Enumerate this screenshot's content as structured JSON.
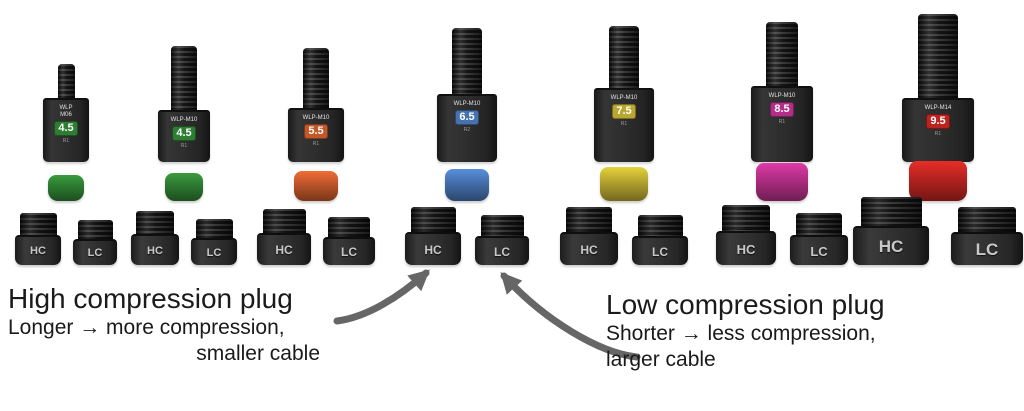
{
  "glands": [
    {
      "model": "WLP M06",
      "size_label": "4.5",
      "variant": "R1",
      "color": "#2e7d32"
    },
    {
      "model": "WLP-M10",
      "size_label": "4.5",
      "variant": "R1",
      "color": "#2e7d32"
    },
    {
      "model": "WLP-M10",
      "size_label": "5.5",
      "variant": "R1",
      "color": "#c2572a"
    },
    {
      "model": "WLP-M10",
      "size_label": "6.5",
      "variant": "R2",
      "color": "#4672b0"
    },
    {
      "model": "WLP-M10",
      "size_label": "7.5",
      "variant": "R1",
      "color": "#b9a830"
    },
    {
      "model": "WLP-M10",
      "size_label": "8.5",
      "variant": "R1",
      "color": "#b32e86"
    },
    {
      "model": "WLP-M14",
      "size_label": "9.5",
      "variant": "R1",
      "color": "#ba2420"
    }
  ],
  "plug_labels": {
    "high": "HC",
    "low": "LC"
  },
  "annotations": {
    "high_compression": {
      "title": "High compression plug",
      "detail_line1": "Longer → more compression,",
      "detail_line2": "smaller cable"
    },
    "low_compression": {
      "title": "Low compression plug",
      "detail_line1": "Shorter → less compression,",
      "detail_line2": "larger cable"
    }
  },
  "colors": {
    "arrow": "#666666",
    "annotation_text": "#1a1a1a",
    "plug_label_text": "#c8c8c8"
  }
}
